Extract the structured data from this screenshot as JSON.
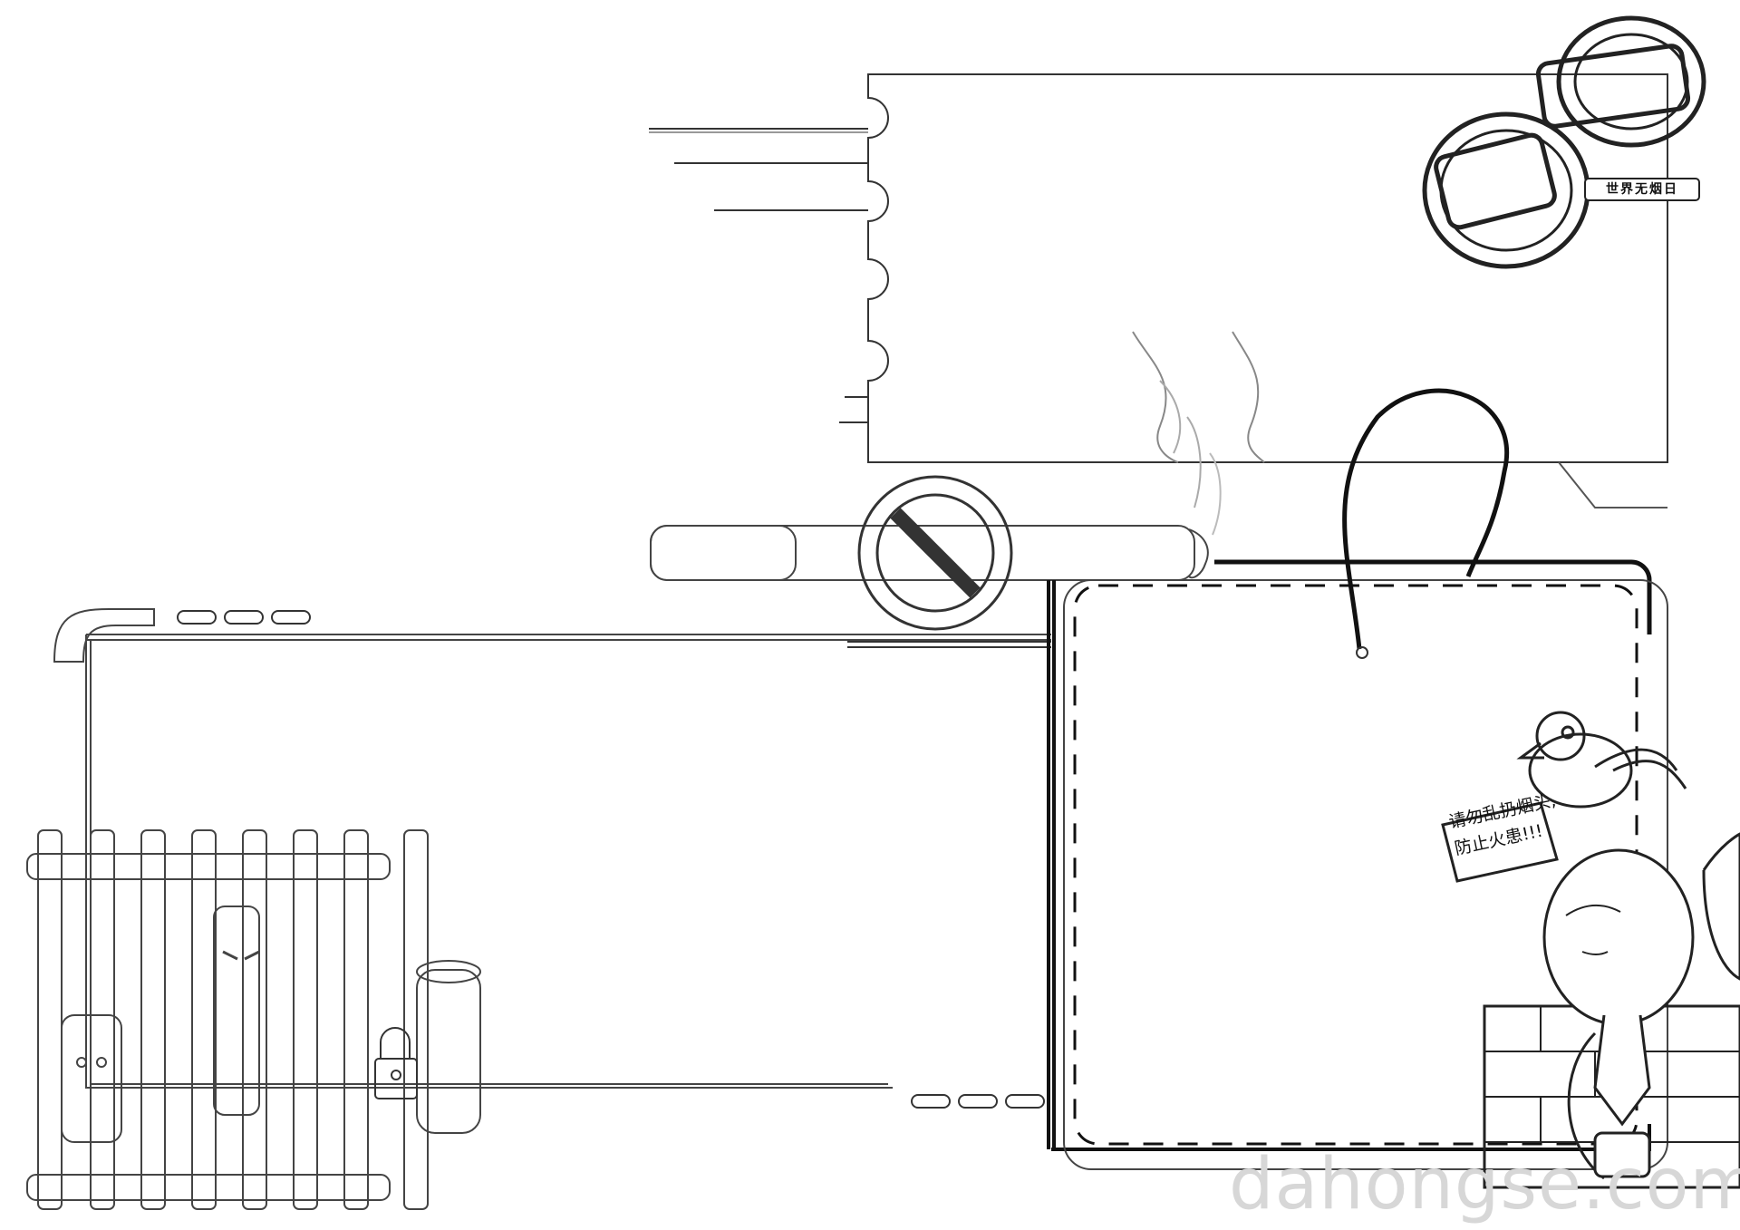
{
  "badge": {
    "text": "世界无烟日"
  },
  "sign": {
    "line1": "请勿乱扔烟头,",
    "line2": "防止火患!!!"
  },
  "watermark": {
    "text": "dahongse.com"
  },
  "icons": {
    "no_smoking": "no-smoking-icon",
    "cigarette": "cigarette-icon",
    "handcuffs": "handcuffs-icon",
    "padlock": "padlock-icon"
  },
  "colors": {
    "ink": "#222222",
    "paper": "#ffffff",
    "watermark": "#d7d7d7"
  }
}
